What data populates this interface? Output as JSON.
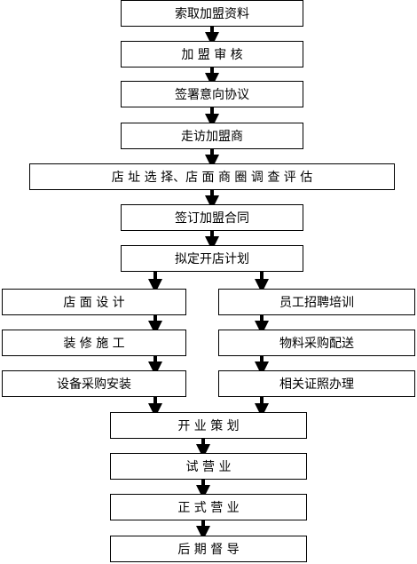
{
  "flowchart": {
    "steps": [
      "索取加盟资料",
      "加 盟 审 核",
      "签署意向协议",
      "走访加盟商",
      "店 址 选 择、店 面 商 圈 调 查 评 估",
      "签订加盟合同",
      "拟定开店计划"
    ],
    "left_branch": [
      "店 面 设 计",
      "装 修 施 工",
      "设备采购安装"
    ],
    "right_branch": [
      "员工招聘培训",
      "物料采购配送",
      "相关证照办理"
    ],
    "final_steps": [
      "开 业 策 划",
      "试 营 业",
      "正 式 营 业",
      "后 期 督 导"
    ]
  }
}
